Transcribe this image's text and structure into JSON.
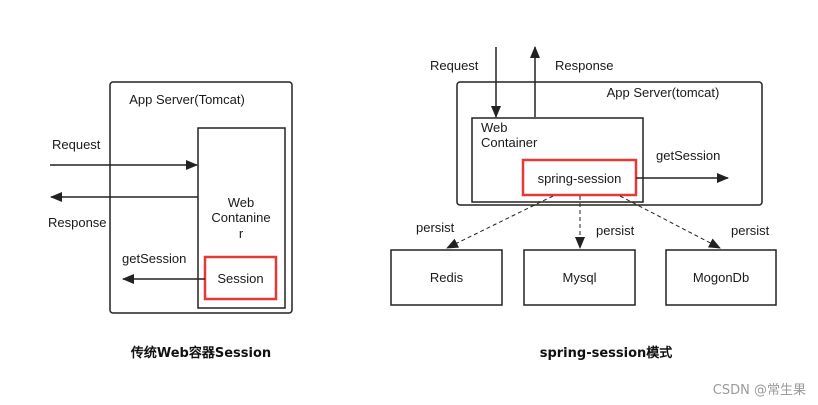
{
  "left": {
    "server_label": "App Server(Tomcat)",
    "container_lines": [
      "Web",
      "Contanine",
      "r"
    ],
    "session_label": "Session",
    "request_label": "Request",
    "response_label": "Response",
    "getsession_label": "getSession",
    "caption": "传统Web容器Session"
  },
  "right": {
    "request_label": "Request",
    "response_label": "Response",
    "server_label": "App Server(tomcat)",
    "container_lines": [
      "Web",
      "Container"
    ],
    "session_label": "spring-session",
    "getsession_label": "getSession",
    "stores": [
      {
        "label": "Redis",
        "persist_label": "persist"
      },
      {
        "label": "Mysql",
        "persist_label": "persist"
      },
      {
        "label": "MogonDb",
        "persist_label": "persist"
      }
    ],
    "caption": "spring-session模式"
  },
  "watermark": "CSDN @常生果",
  "colors": {
    "line": "#222222",
    "highlight": "#e53935"
  }
}
